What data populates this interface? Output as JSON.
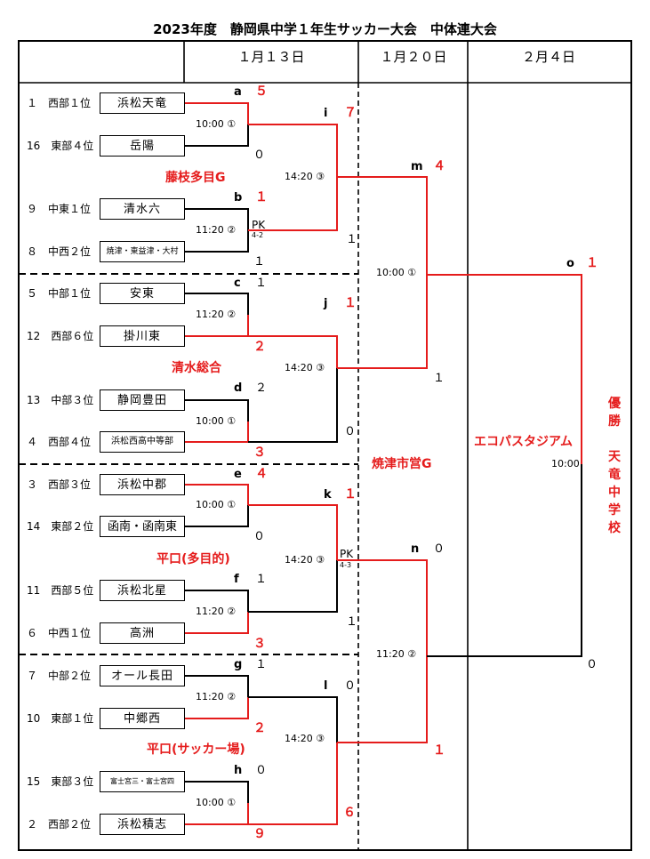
{
  "title": "2023年度　静岡県中学１年生サッカー大会　中体連大会",
  "headers": [
    "１月１３日",
    "１月２０日",
    "２月４日"
  ],
  "teams": [
    {
      "seed": "１　西部１位",
      "name": "浜松天竜"
    },
    {
      "seed": "16　東部４位",
      "name": "岳陽"
    },
    {
      "seed": "９　中東１位",
      "name": "清水六"
    },
    {
      "seed": "８　中西２位",
      "name": "焼津・東益津・大村"
    },
    {
      "seed": "５　中部１位",
      "name": "安東"
    },
    {
      "seed": "12　西部６位",
      "name": "掛川東"
    },
    {
      "seed": "13　中部３位",
      "name": "静岡豊田"
    },
    {
      "seed": "４　西部４位",
      "name": "浜松西高中等部"
    },
    {
      "seed": "３　西部３位",
      "name": "浜松中郡"
    },
    {
      "seed": "14　東部２位",
      "name": "函南・函南東"
    },
    {
      "seed": "11　西部５位",
      "name": "浜松北星"
    },
    {
      "seed": "６　中西１位",
      "name": "高洲"
    },
    {
      "seed": "７　中部２位",
      "name": "オール長田"
    },
    {
      "seed": "10　東部１位",
      "name": "中郷西"
    },
    {
      "seed": "15　東部３位",
      "name": "富士宮三・富士宮四"
    },
    {
      "seed": "２　西部２位",
      "name": "浜松積志"
    }
  ],
  "r1": [
    {
      "label": "a",
      "time": "10:00 ①",
      "top": "５",
      "bottom": "０"
    },
    {
      "label": "b",
      "time": "11:20 ②",
      "top": "１",
      "bottom": "１",
      "pk": "PK",
      "pk_score": "4-2"
    },
    {
      "label": "c",
      "time": "11:20 ②",
      "top": "１",
      "bottom": "２"
    },
    {
      "label": "d",
      "time": "10:00 ①",
      "top": "２",
      "bottom": "３"
    },
    {
      "label": "e",
      "time": "10:00 ①",
      "top": "４",
      "bottom": "０"
    },
    {
      "label": "f",
      "time": "11:20 ②",
      "top": "１",
      "bottom": "３"
    },
    {
      "label": "g",
      "time": "11:20 ②",
      "top": "１",
      "bottom": "２"
    },
    {
      "label": "h",
      "time": "10:00 ①",
      "top": "０",
      "bottom": "９"
    }
  ],
  "r2": [
    {
      "label": "i",
      "time": "14:20 ③",
      "top": "７",
      "bottom": "１"
    },
    {
      "label": "j",
      "time": "14:20 ③",
      "top": "１",
      "bottom": "０"
    },
    {
      "label": "k",
      "time": "14:20 ③",
      "top": "１",
      "bottom": "１",
      "pk": "PK",
      "pk_score": "4-3"
    },
    {
      "label": "l",
      "time": "14:20 ③",
      "top": "０",
      "bottom": "６"
    }
  ],
  "r3": [
    {
      "label": "m",
      "time": "10:00 ①",
      "top": "４",
      "bottom": "１"
    },
    {
      "label": "n",
      "time": "11:20 ②",
      "top": "０",
      "bottom": "１"
    }
  ],
  "final": {
    "label": "o",
    "time": "10:00",
    "top": "１",
    "bottom": "０"
  },
  "venues": {
    "v1": "藤枝多目G",
    "v2": "清水総合",
    "v3": "平口(多目的)",
    "v4": "平口(サッカー場)",
    "v5": "焼津市営G",
    "v6": "エコパスタジアム"
  },
  "winner": {
    "line1": "優勝",
    "line2": "天竜中学校"
  }
}
